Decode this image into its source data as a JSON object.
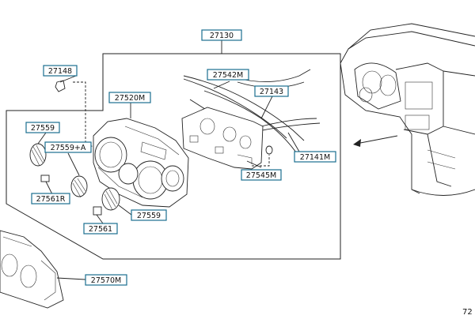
{
  "labels": {
    "assembly": "27130",
    "cap": "27148",
    "cable_upper": "27542M",
    "cable_mid": "27143",
    "cable_right": "27141M",
    "control_unit": "27520M",
    "knob_left": "27559",
    "knob_a": "27559+A",
    "knob_right": "27559",
    "button_left": "27561R",
    "button_center": "27561",
    "panel_bracket": "27545M",
    "finisher": "27570M"
  },
  "corner_code": "72"
}
